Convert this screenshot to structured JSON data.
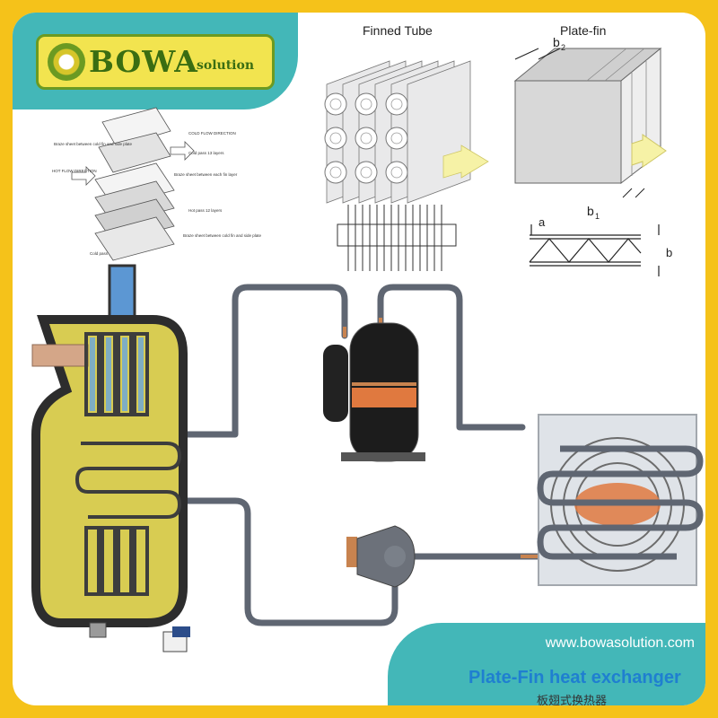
{
  "logo": {
    "brand": "BOWA",
    "suffix": "solution"
  },
  "finned_tube": {
    "title": "Finned Tube"
  },
  "plate_fin": {
    "title": "Plate-fin",
    "dims": {
      "b2": "b",
      "b2_sub": "2",
      "b1": "b",
      "b1_sub": "1",
      "a": "a",
      "b": "b"
    }
  },
  "exploded_view": {
    "labels": [
      "Braze sheet between cold fin and side plate",
      "COLD FLOW DIRECTION",
      "Cold pass 13 layers",
      "Braze sheet between each fin layer",
      "HOT FLOW DIRECTION",
      "Hot pass 12 layers",
      "Braze sheet between cold fin and side plate",
      "Cold pass"
    ]
  },
  "footer": {
    "website": "www.bowasolution.com",
    "title_en": "Plate-Fin heat exchanger",
    "title_cn": "板翅式换热器"
  },
  "colors": {
    "frame": "#f5c21a",
    "teal": "#43b7b8",
    "title_blue": "#1f7fd0",
    "pipe": "#5f6672",
    "logo_bg": "#f2e44f",
    "logo_green": "#3a6d12"
  }
}
